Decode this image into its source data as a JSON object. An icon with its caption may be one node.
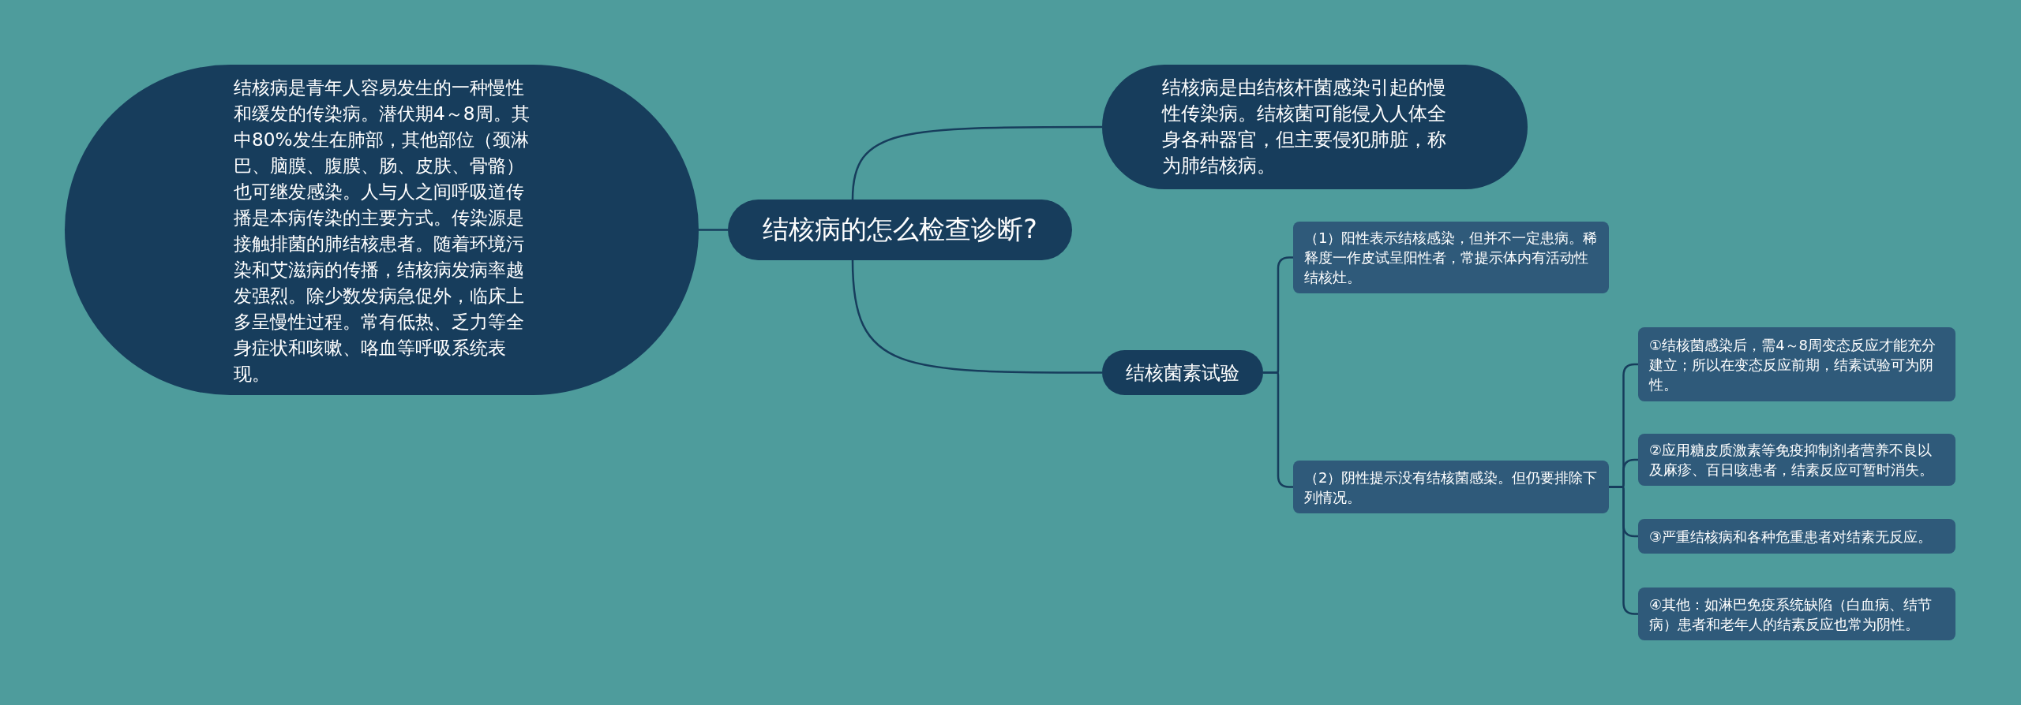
{
  "diagram": {
    "nodes": [
      {
        "text": [
          "结核病的怎么检查诊断?"
        ]
      },
      {
        "text": [
          "结核病是青年人容易发生的一种慢性和缓发的传染病。潜伏期4～8周。其中80%发生在肺部，其他部位（颈淋巴、脑膜、腹膜、肠、皮肤、骨骼）也可继发感染。人与人之间呼吸道传播是本病传染的主要方式。传染源是接触排菌的肺结核患者。随着环境污染和艾滋病的传播，结核病发病率越发强烈。除少数发病急促外，临床上多呈慢性过程。常有低热、乏力等全身症状和咳嗽、咯血等呼吸系统表现。"
        ]
      },
      {
        "text": [
          "结核病是由结核杆菌感染引起的慢性传染病。结核菌可能侵入人体全身各种器官，但主要侵犯肺脏，称为肺结核病。"
        ]
      },
      {
        "text": [
          "结核菌素试验"
        ]
      },
      {
        "text": [
          "（1）阳性表示结核感染，但并不一定患病。稀释度一作皮试呈阳性者，常提示体内有活动性结核灶。"
        ]
      },
      {
        "text": [
          "（2）阴性提示没有结核菌感染。但仍要排除下列情况。"
        ]
      },
      {
        "text": [
          "①结核菌感染后，需4～8周变态反应才能充分建立；所以在变态反应前期，结素试验可为阴性。"
        ]
      },
      {
        "text": [
          "②应用糖皮质激素等免疫抑制剂者营养不良以及麻疹、百日咳患者，结素反应可暂时消失。"
        ]
      },
      {
        "text": [
          "③严重结核病和各种危重患者对结素无反应。"
        ]
      },
      {
        "text": [
          "④其他：如淋巴免疫系统缺陷（白血病、结节病）患者和老年人的结素反应也常为阴性。"
        ]
      }
    ],
    "edges": [
      {
        "from": 0,
        "to": 1,
        "arrow": "none"
      },
      {
        "from": 0,
        "to": 2,
        "arrow": "none"
      },
      {
        "from": 0,
        "to": 3,
        "arrow": "none"
      },
      {
        "from": 3,
        "to": 4,
        "arrow": "none"
      },
      {
        "from": 3,
        "to": 5,
        "arrow": "none"
      },
      {
        "from": 5,
        "to": 6,
        "arrow": "none"
      },
      {
        "from": 5,
        "to": 7,
        "arrow": "none"
      },
      {
        "from": 5,
        "to": 8,
        "arrow": "none"
      },
      {
        "from": 5,
        "to": 9,
        "arrow": "none"
      }
    ]
  }
}
